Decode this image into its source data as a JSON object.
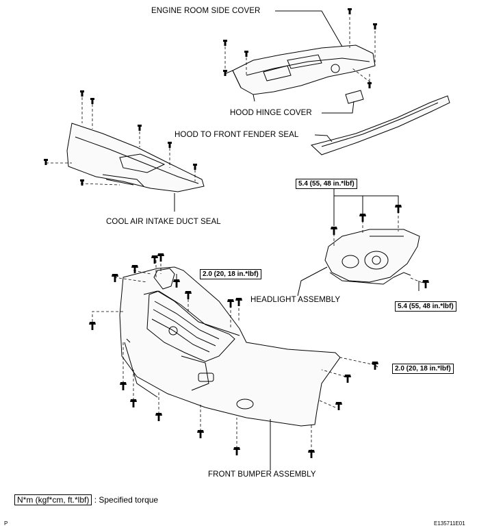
{
  "labels": {
    "engine_room_side_cover": "ENGINE ROOM SIDE COVER",
    "hood_hinge_cover": "HOOD HINGE COVER",
    "hood_to_front_fender_seal": "HOOD TO FRONT FENDER SEAL",
    "cool_air_intake_duct_seal": "COOL AIR INTAKE DUCT SEAL",
    "headlight_assembly": "HEADLIGHT ASSEMBLY",
    "front_bumper_assembly": "FRONT BUMPER ASSEMBLY"
  },
  "torques": {
    "headlight_top": "5.4 (55, 48 in.*lbf)",
    "headlight_side": "5.4 (55, 48 in.*lbf)",
    "bumper_top": "2.0 (20, 18 in.*lbf)",
    "bumper_side": "2.0 (20, 18 in.*lbf)"
  },
  "legend": {
    "unit_box": "N*m (kgf*cm, ft.*lbf)",
    "description": ": Specified torque"
  },
  "footer": {
    "left_mark": "P",
    "figure_code": "E135711E01"
  }
}
